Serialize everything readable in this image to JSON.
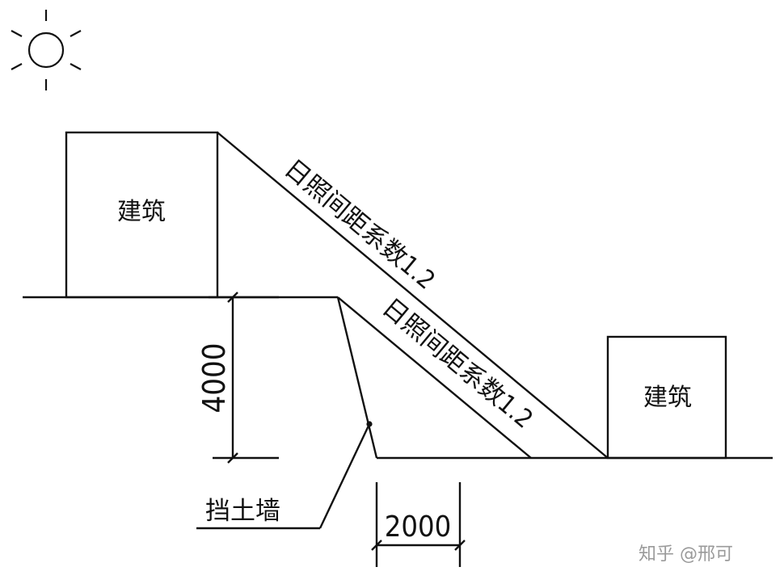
{
  "diagram": {
    "building_upper_label": "建筑",
    "building_lower_label": "建筑",
    "sunlight_line_upper_label": "日照间距系数1.2",
    "sunlight_line_lower_label": "日照间距系数1.2",
    "height_dimension": "4000",
    "offset_dimension": "2000",
    "retaining_wall_label": "挡土墙",
    "icons": {
      "sun": "sun-icon"
    },
    "colors": {
      "line": "#111111",
      "background": "#ffffff",
      "watermark": "#9a9a9a"
    }
  },
  "watermark": {
    "text": "知乎 @邢可"
  }
}
